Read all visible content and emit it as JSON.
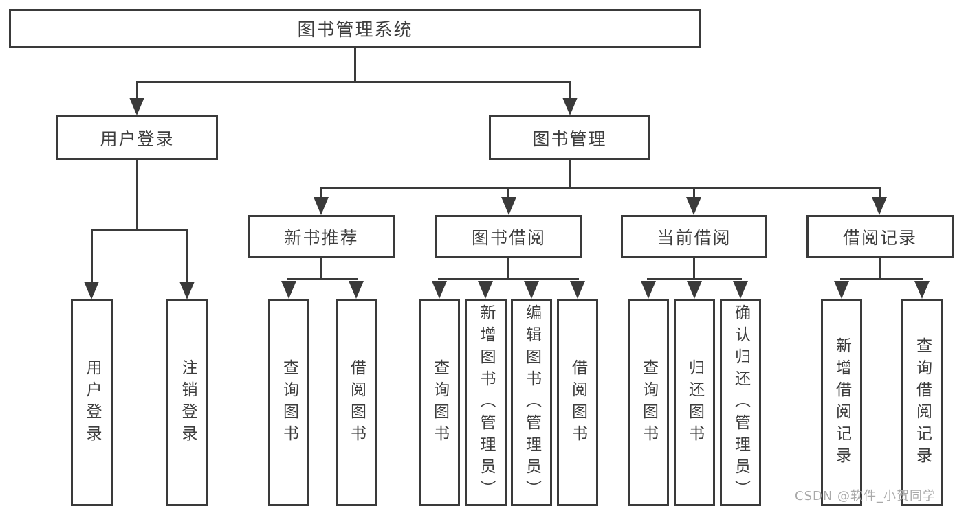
{
  "colors": {
    "line": "#3a3a3a",
    "text": "#3d3d3d",
    "fill": "#ffffff",
    "watermark": "#a9a9a9"
  },
  "watermark": "CSDN @软件_小贺同学",
  "tree": {
    "label": "图书管理系统",
    "children": [
      {
        "label": "用户登录",
        "children": [
          {
            "label": "用户登录"
          },
          {
            "label": "注销登录"
          }
        ]
      },
      {
        "label": "图书管理",
        "children": [
          {
            "label": "新书推荐",
            "children": [
              {
                "label": "查询图书"
              },
              {
                "label": "借阅图书"
              }
            ]
          },
          {
            "label": "图书借阅",
            "children": [
              {
                "label": "查询图书"
              },
              {
                "label": "新增图书（管理员）"
              },
              {
                "label": "编辑图书（管理员）"
              },
              {
                "label": "借阅图书"
              }
            ]
          },
          {
            "label": "当前借阅",
            "children": [
              {
                "label": "查询图书"
              },
              {
                "label": "归还图书"
              },
              {
                "label": "确认归还（管理员）"
              }
            ]
          },
          {
            "label": "借阅记录",
            "children": [
              {
                "label": "新增借阅记录"
              },
              {
                "label": "查询借阅记录"
              }
            ]
          }
        ]
      }
    ]
  }
}
